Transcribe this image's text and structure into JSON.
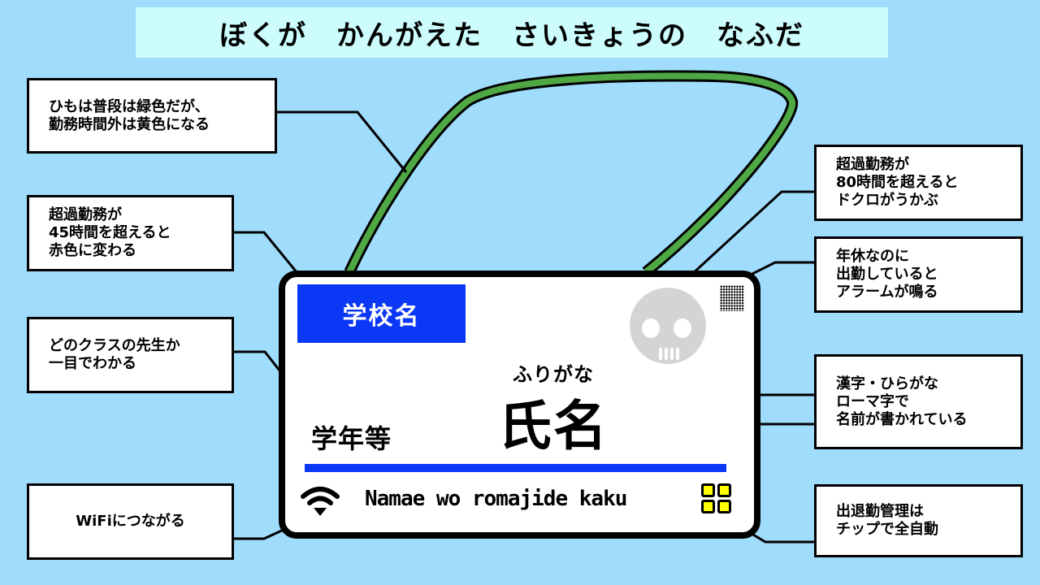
{
  "title": "ぼくが　かんがえた　さいきょうの　なふだ",
  "colors": {
    "background": "#a0dcfc",
    "title_banner": "#ccfcfc",
    "lanyard": "#4fa844",
    "accent_blue": "#0a38f5",
    "skull_gray": "#d4d4d4",
    "chip_yellow": "#ffff00"
  },
  "callouts": [
    {
      "id": "lanyard",
      "lines": [
        "ひもは普段は緑色だが、",
        "勤務時間外は黄色になる"
      ]
    },
    {
      "id": "school-color",
      "lines": [
        "超過勤務が",
        "45時間を超えると",
        "赤色に変わる"
      ]
    },
    {
      "id": "grade",
      "lines": [
        "どのクラスの先生か",
        "一目でわかる"
      ]
    },
    {
      "id": "wifi",
      "lines": [
        "WiFiにつながる"
      ]
    },
    {
      "id": "skull",
      "lines": [
        "超過勤務が",
        "80時間を超えると",
        "ドクロがうかぶ"
      ]
    },
    {
      "id": "alarm",
      "lines": [
        "年休なのに",
        "出勤していると",
        "アラームが鳴る"
      ]
    },
    {
      "id": "names",
      "lines": [
        "漢字・ひらがな",
        "ローマ字で",
        "名前が書かれている"
      ]
    },
    {
      "id": "chip",
      "lines": [
        "出退勤管理は",
        "チップで全自動"
      ]
    }
  ],
  "card": {
    "school_name": "学校名",
    "furigana": "ふりがな",
    "full_name": "氏名",
    "grade": "学年等",
    "romaji": "Namae wo romajide kaku",
    "icons": [
      "wifi-icon",
      "skull-icon",
      "speaker-grille-icon",
      "ic-chip-icon"
    ]
  }
}
